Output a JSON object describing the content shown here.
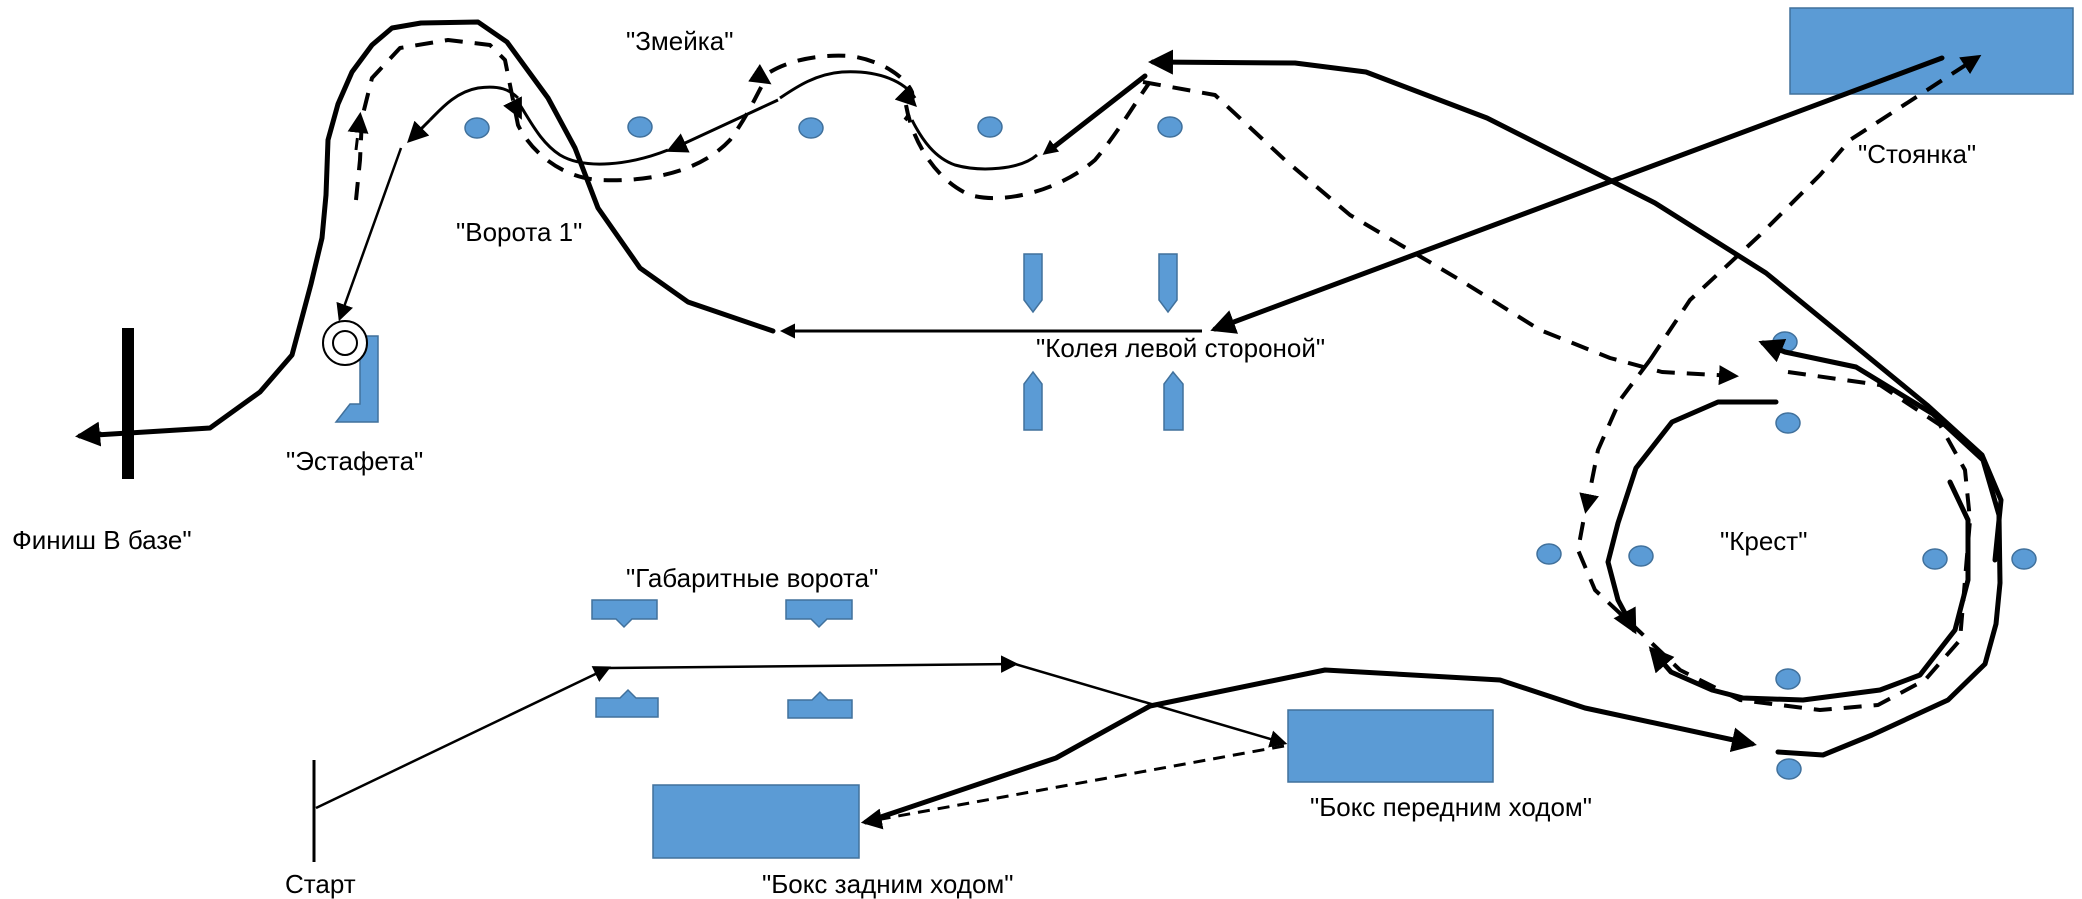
{
  "labels": {
    "zmeyka": "\"Змейка\"",
    "stoyanka": "\"Стоянка\"",
    "vorota1": "\"Ворота 1\"",
    "koleya": "\"Колея левой стороной\"",
    "estafeta": "\"Эстафета\"",
    "finish": "Финиш В базе\"",
    "krest": "\"Крест\"",
    "gabaritnye": "\"Габаритные ворота\"",
    "boks_perednim": "\"Бокс передним ходом\"",
    "boks_zadnim": "\"Бокс задним ходом\"",
    "start": "Старт"
  },
  "colors": {
    "shape_fill": "#5b9bd5",
    "shape_stroke": "#41719c",
    "line": "#000000",
    "background": "#ffffff"
  }
}
